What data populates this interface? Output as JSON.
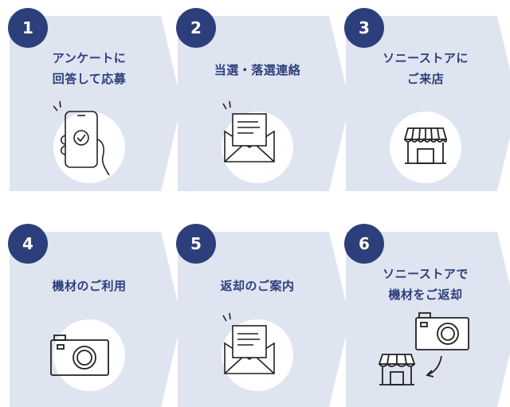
{
  "steps": [
    {
      "number": "1",
      "lines": [
        "アンケートに",
        "回答して応募"
      ],
      "icon": "smartphone-check-icon"
    },
    {
      "number": "2",
      "lines": [
        "当選・落選連絡"
      ],
      "icon": "envelope-letter-icon"
    },
    {
      "number": "3",
      "lines": [
        "ソニーストアに",
        "ご来店"
      ],
      "icon": "storefront-icon"
    },
    {
      "number": "4",
      "lines": [
        "機材のご利用"
      ],
      "icon": "camera-icon"
    },
    {
      "number": "5",
      "lines": [
        "返却のご案内"
      ],
      "icon": "envelope-letter-icon"
    },
    {
      "number": "6",
      "lines": [
        "ソニーストアで",
        "機材をご返却"
      ],
      "icon": "camera-return-to-store-icon"
    }
  ],
  "colors": {
    "card_bg": "#dfe4f1",
    "badge": "#2d3f7a",
    "text": "#2d3f7a",
    "icon_stroke": "#222222"
  }
}
